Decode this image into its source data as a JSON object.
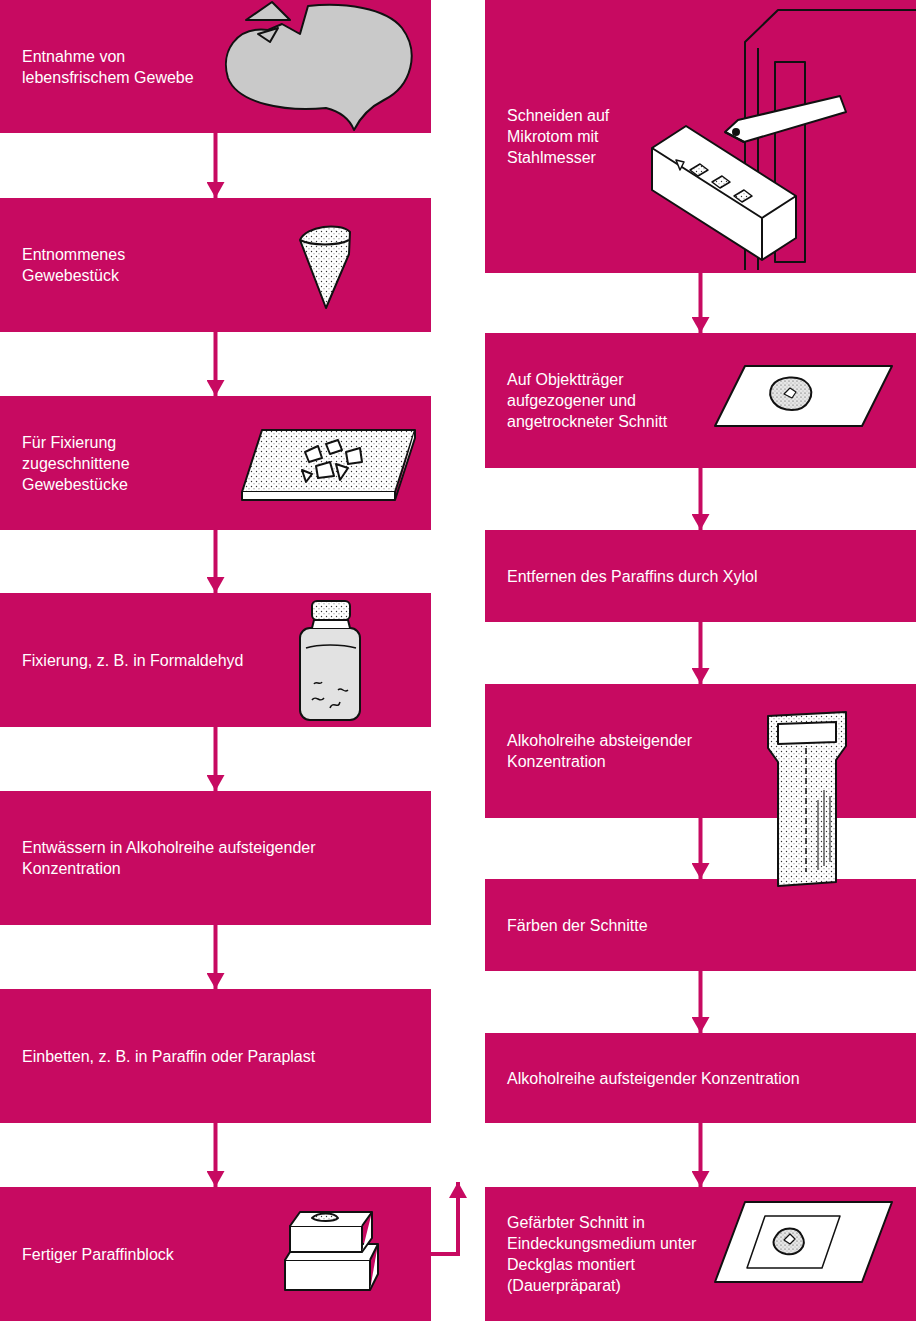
{
  "diagram": {
    "nodes": [
      {
        "text": [
          "Entnahme von lebensfrischem Gewebe"
        ]
      },
      {
        "text": [
          "Entnommenes Gewebestück"
        ]
      },
      {
        "text": [
          "Für Fixierung zugeschnittene Gewebestücke"
        ]
      },
      {
        "text": [
          "Fixierung, z. B. in Formaldehyd"
        ]
      },
      {
        "text": [
          "Entwässern in Alkoholreihe aufsteigender Konzentration"
        ]
      },
      {
        "text": [
          "Einbetten, z. B. in Paraffin oder Paraplast"
        ]
      },
      {
        "text": [
          "Fertiger Paraffinblock"
        ]
      },
      {
        "text": [
          "Schneiden auf Mikrotom mit Stahlmesser"
        ]
      },
      {
        "text": [
          "Auf Objektträger aufgezogener und angetrockneter Schnitt"
        ]
      },
      {
        "text": [
          "Entfernen des Paraffins durch Xylol"
        ]
      },
      {
        "text": [
          "Alkoholreihe absteigender Konzentration"
        ]
      },
      {
        "text": [
          "Färben der Schnitte"
        ]
      },
      {
        "text": [
          "Alkoholreihe aufsteigender Konzentration"
        ]
      },
      {
        "text": [
          "Gefärbter Schnitt in Eindeckungsmedium unter Deckglas montiert (Dauerpräparat)"
        ]
      }
    ],
    "edges": [
      {
        "from": 0,
        "to": 1,
        "arrow": "to"
      },
      {
        "from": 1,
        "to": 2,
        "arrow": "to"
      },
      {
        "from": 2,
        "to": 3,
        "arrow": "to"
      },
      {
        "from": 3,
        "to": 4,
        "arrow": "to"
      },
      {
        "from": 4,
        "to": 5,
        "arrow": "to"
      },
      {
        "from": 5,
        "to": 6,
        "arrow": "to"
      },
      {
        "from": 6,
        "to": 7,
        "arrow": "to"
      },
      {
        "from": 7,
        "to": 8,
        "arrow": "to"
      },
      {
        "from": 8,
        "to": 9,
        "arrow": "to"
      },
      {
        "from": 9,
        "to": 10,
        "arrow": "to"
      },
      {
        "from": 10,
        "to": 11,
        "arrow": "to"
      },
      {
        "from": 11,
        "to": 12,
        "arrow": "to"
      },
      {
        "from": 12,
        "to": 13,
        "arrow": "to"
      }
    ]
  }
}
